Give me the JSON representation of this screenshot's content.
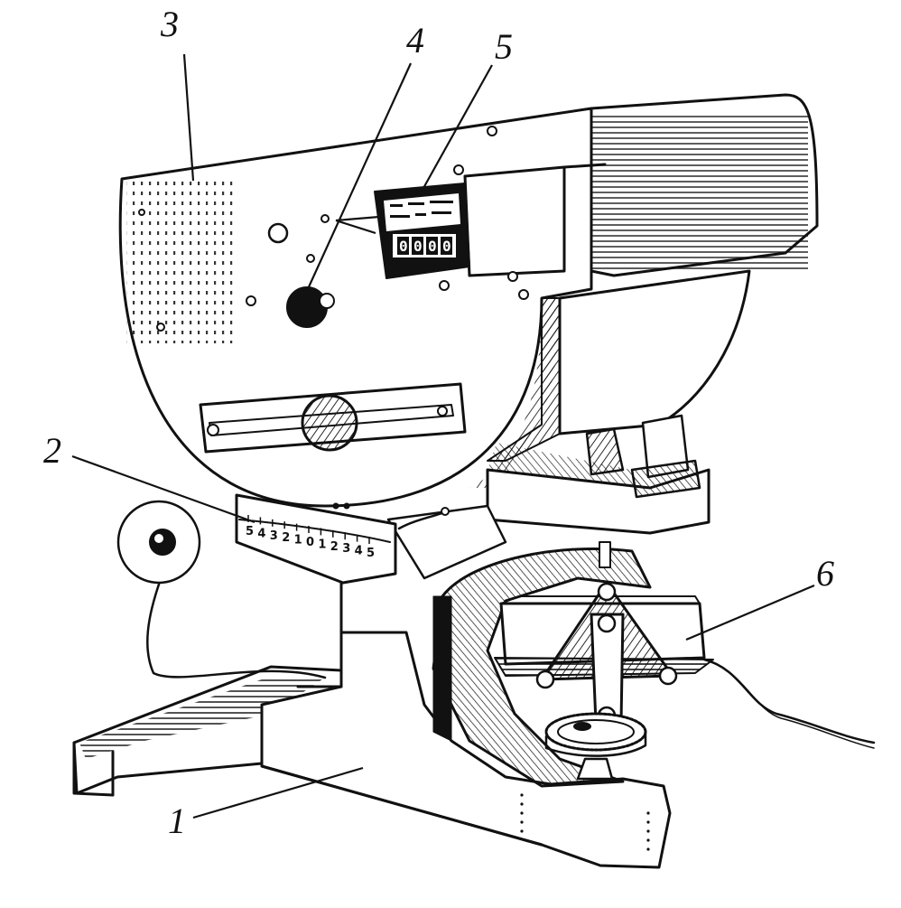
{
  "figure": {
    "callouts": [
      {
        "id": "1",
        "label": "1"
      },
      {
        "id": "2",
        "label": "2"
      },
      {
        "id": "3",
        "label": "3"
      },
      {
        "id": "4",
        "label": "4"
      },
      {
        "id": "5",
        "label": "5"
      },
      {
        "id": "6",
        "label": "6"
      }
    ],
    "scale_ticks": [
      "5",
      "4",
      "3",
      "2",
      "1",
      "0",
      "1",
      "2",
      "3",
      "4",
      "5"
    ],
    "counter_digits": [
      "0",
      "0",
      "0",
      "0"
    ],
    "colors": {
      "ink": "#111111",
      "paper": "#ffffff"
    }
  }
}
